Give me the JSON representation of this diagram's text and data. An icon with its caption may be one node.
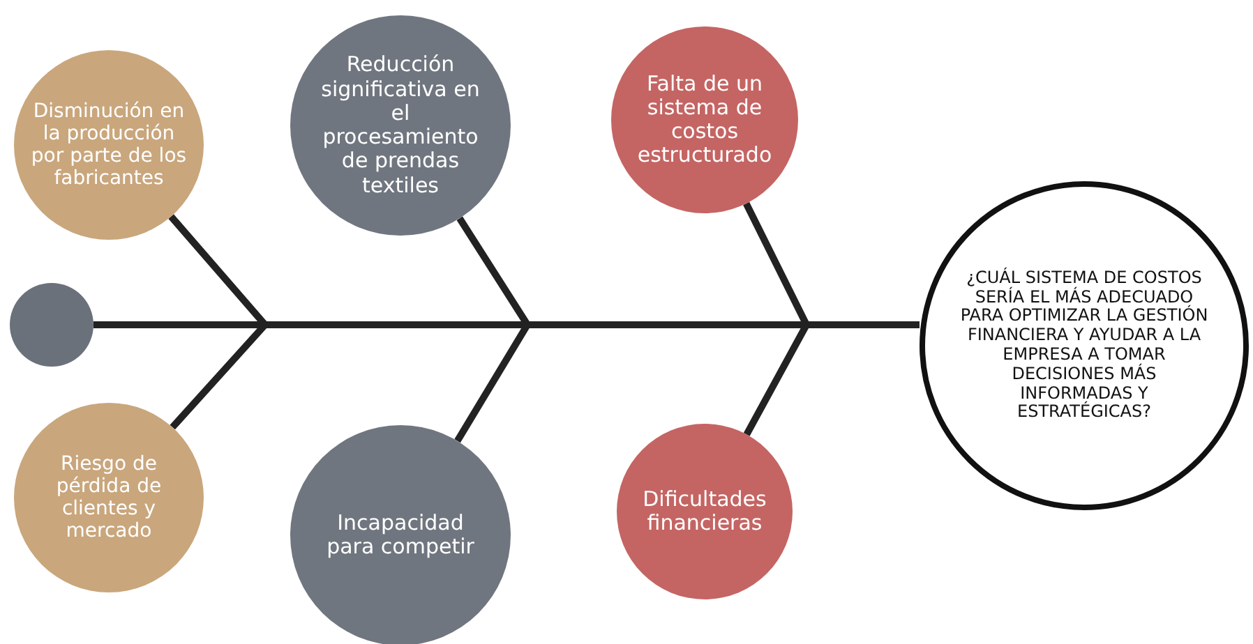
{
  "diagram": {
    "nodes": [
      {
        "text": [],
        "shape": "circle"
      },
      {
        "text": [
          "Disminución en la producción por parte de los fabricantes"
        ]
      },
      {
        "text": [
          "Riesgo de pérdida de clientes y mercado"
        ]
      },
      {
        "text": [
          "Reducción significativa en el procesamiento de prendas textiles"
        ]
      },
      {
        "text": [
          "Incapacidad para competir"
        ]
      },
      {
        "text": [
          "Falta de un sistema de costos estructurado"
        ]
      },
      {
        "text": [
          "Dificultades financieras"
        ]
      },
      {
        "text": [
          "¿CUÁL SISTEMA DE COSTOS SERÍA EL MÁS ADECUADO PARA OPTIMIZAR LA GESTIÓN FINANCIERA Y AYUDAR A LA EMPRESA A TOMAR DECISIONES MÁS INFORMADAS Y ESTRATÉGICAS?"
        ]
      }
    ],
    "edges": [
      {
        "from": 0,
        "to": 7,
        "arrow": "none"
      },
      {
        "from": 1,
        "to": 7,
        "arrow": "none"
      },
      {
        "from": 2,
        "to": 7,
        "arrow": "none"
      },
      {
        "from": 3,
        "to": 7,
        "arrow": "none"
      },
      {
        "from": 4,
        "to": 7,
        "arrow": "none"
      },
      {
        "from": 5,
        "to": 7,
        "arrow": "none"
      },
      {
        "from": 6,
        "to": 7,
        "arrow": "none"
      }
    ]
  }
}
